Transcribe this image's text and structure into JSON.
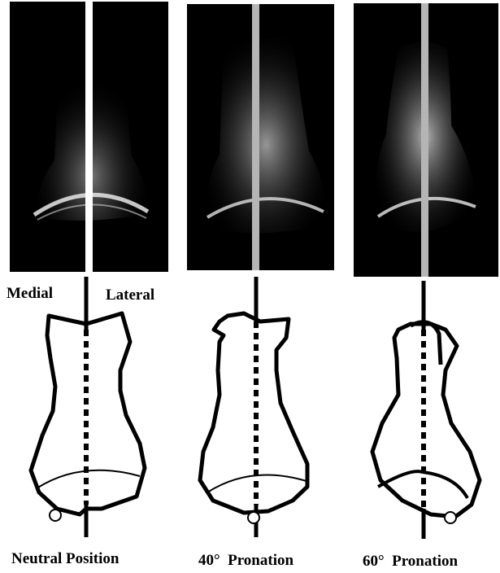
{
  "labels": {
    "medial": "Medial",
    "lateral": "Lateral",
    "neutral": "Neutral Position",
    "pron40": "40°  Pronation",
    "pron60": "60°  Pronation"
  },
  "colors": {
    "background": "#ffffff",
    "xray_background": "#000000",
    "bone_glow": "#e8e8e8",
    "outline": "#000000",
    "neutral_rod": "#ffffff",
    "pronation_rod": "#b5b5b5"
  },
  "views": [
    {
      "id": "neutral",
      "caption_key": "neutral",
      "pronation_deg": 0
    },
    {
      "id": "pron40",
      "caption_key": "pron40",
      "pronation_deg": 40
    },
    {
      "id": "pron60",
      "caption_key": "pron60",
      "pronation_deg": 60
    }
  ]
}
